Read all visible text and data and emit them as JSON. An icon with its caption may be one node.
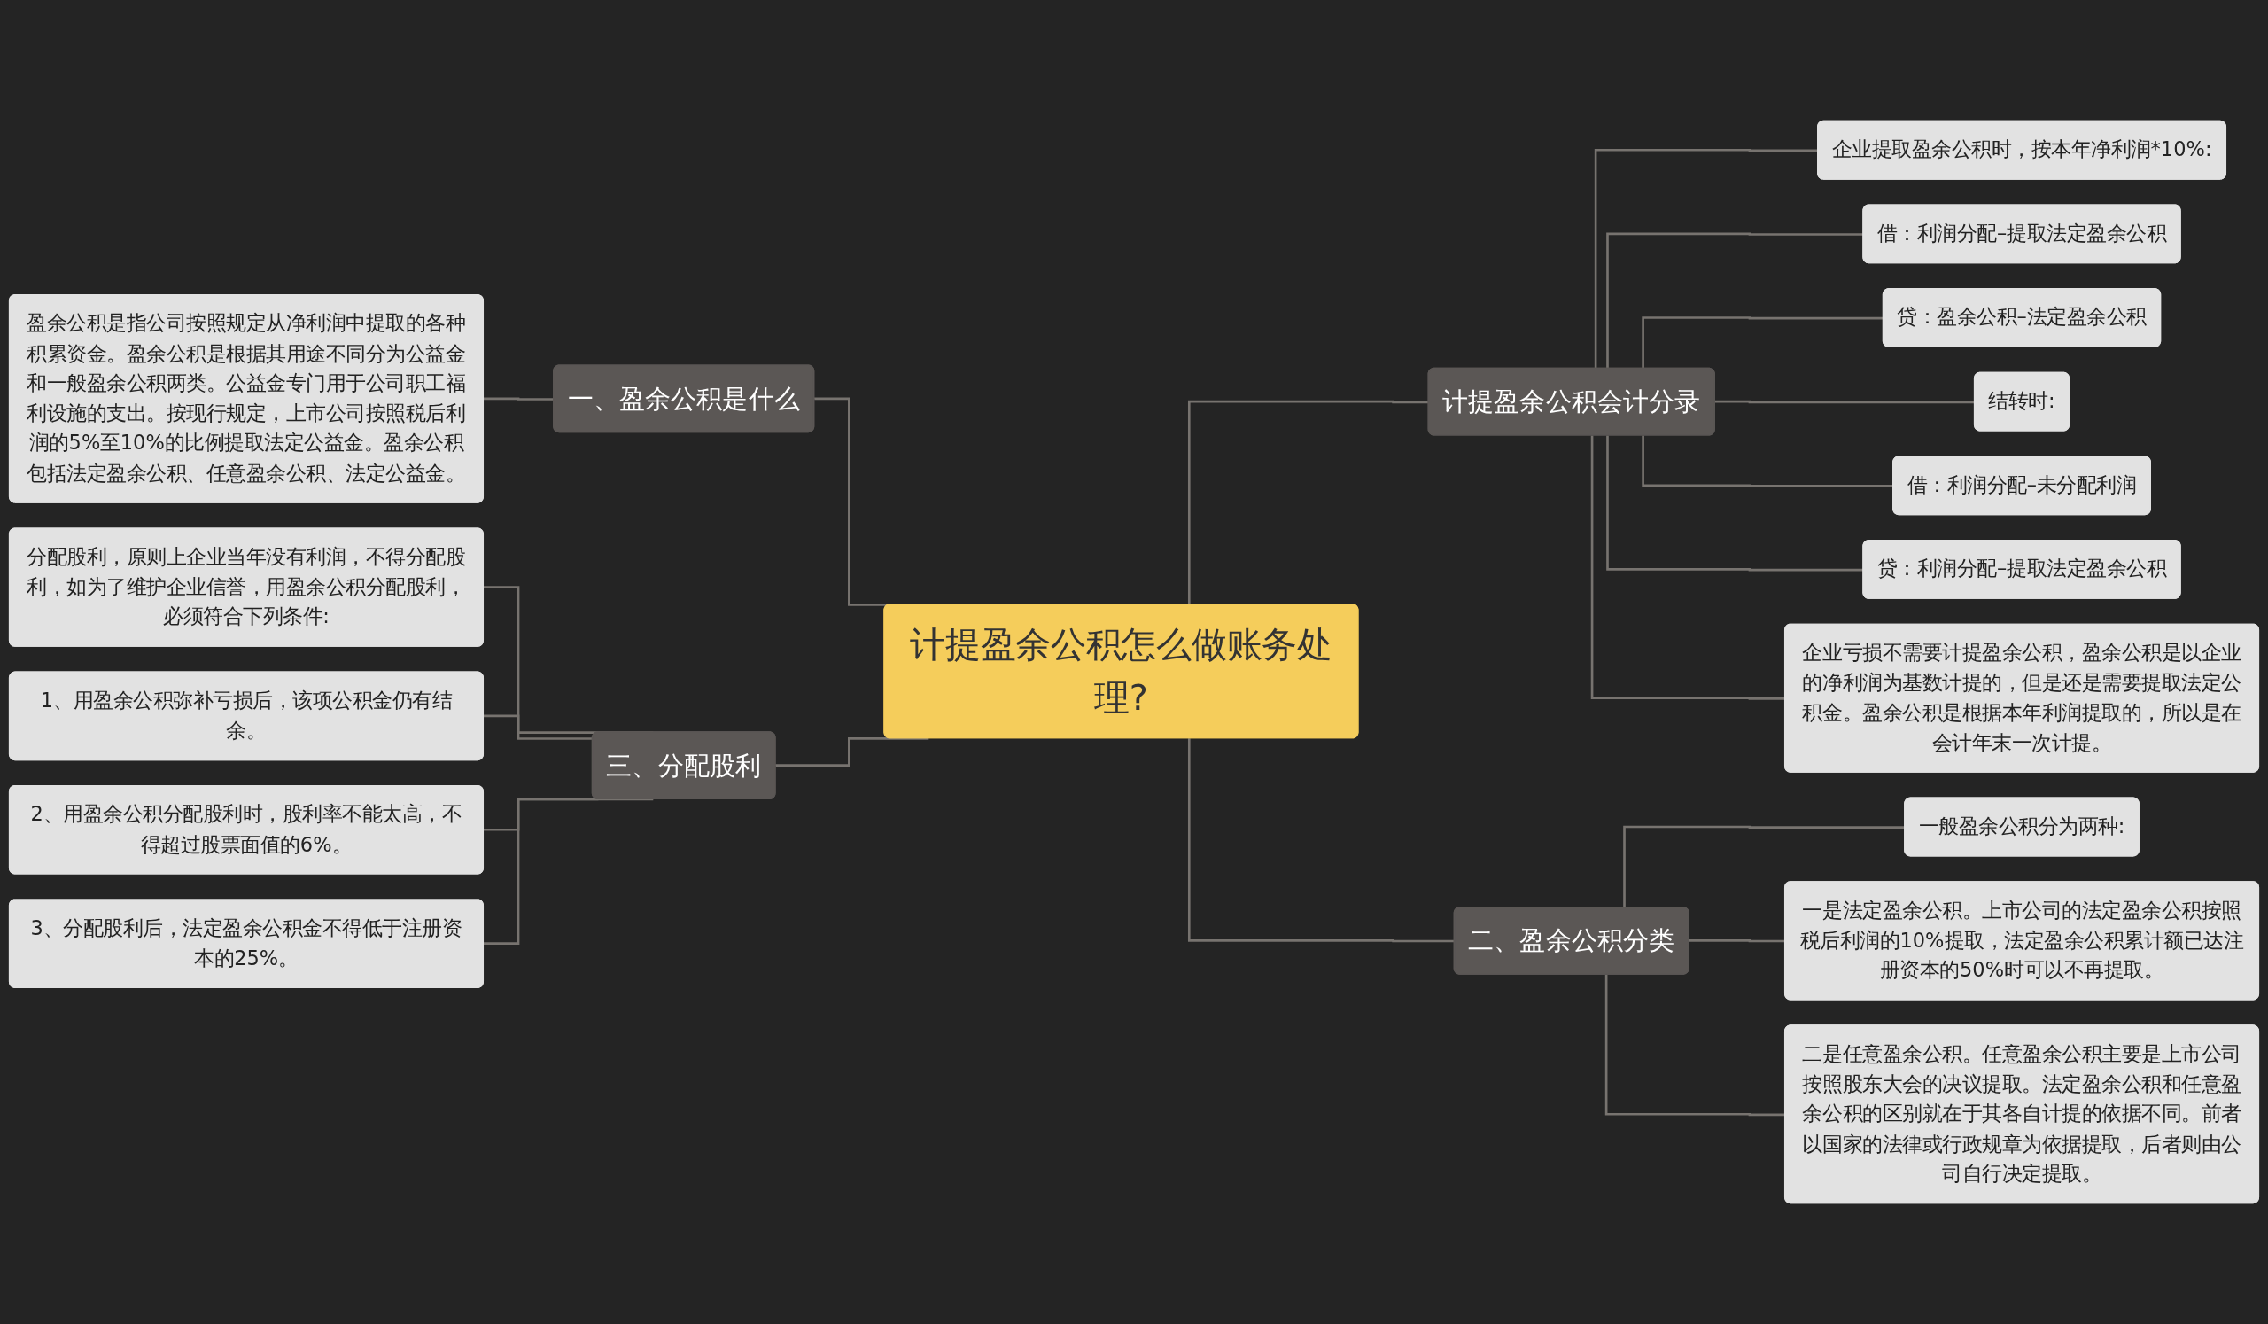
{
  "diagram": {
    "nodes": [
      {
        "text": [
          "计提盈余公积怎么做账务处理?"
        ]
      },
      {
        "text": [
          "一、盈余公积是什么"
        ]
      },
      {
        "text": [
          "盈余公积是指公司按照规定从净利润中提取的各种积累资金。盈余公积是根据其用途不同分为公益金和一般盈余公积两类。公益金专门用于公司职工福利设施的支出。按现行规定，上市公司按照税后利润的5%至10%的比例提取法定公益金。盈余公积包括法定盈余公积、任意盈余公积、法定公益金。"
        ]
      },
      {
        "text": [
          "三、分配股利"
        ]
      },
      {
        "text": [
          "分配股利，原则上企业当年没有利润，不得分配股利，如为了维护企业信誉，用盈余公积分配股利，必须符合下列条件:"
        ]
      },
      {
        "text": [
          "1、用盈余公积弥补亏损后，该项公积金仍有结余。"
        ]
      },
      {
        "text": [
          "2、用盈余公积分配股利时，股利率不能太高，不得超过股票面值的6%。"
        ]
      },
      {
        "text": [
          "3、分配股利后，法定盈余公积金不得低于注册资本的25%。"
        ]
      },
      {
        "text": [
          "计提盈余公积会计分录"
        ]
      },
      {
        "text": [
          "企业提取盈余公积时，按本年净利润*10%:"
        ]
      },
      {
        "text": [
          "借：利润分配–提取法定盈余公积"
        ]
      },
      {
        "text": [
          "贷：盈余公积–法定盈余公积"
        ]
      },
      {
        "text": [
          "结转时:"
        ]
      },
      {
        "text": [
          "借：利润分配–未分配利润"
        ]
      },
      {
        "text": [
          "贷：利润分配–提取法定盈余公积"
        ]
      },
      {
        "text": [
          "企业亏损不需要计提盈余公积，盈余公积是以企业的净利润为基数计提的，但是还是需要提取法定公积金。盈余公积是根据本年利润提取的，所以是在会计年末一次计提。"
        ]
      },
      {
        "text": [
          "二、盈余公积分类"
        ]
      },
      {
        "text": [
          "一般盈余公积分为两种:"
        ]
      },
      {
        "text": [
          "一是法定盈余公积。上市公司的法定盈余公积按照税后利润的10%提取，法定盈余公积累计额已达注册资本的50%时可以不再提取。"
        ]
      },
      {
        "text": [
          "二是任意盈余公积。任意盈余公积主要是上市公司按照股东大会的决议提取。法定盈余公积和任意盈余公积的区别就在于其各自计提的依据不同。前者以国家的法律或行政规章为依据提取，后者则由公司自行决定提取。"
        ]
      }
    ],
    "edges": [
      {
        "from": 0,
        "to": 1,
        "arrow": "none"
      },
      {
        "from": 1,
        "to": 2,
        "arrow": "none"
      },
      {
        "from": 0,
        "to": 3,
        "arrow": "none"
      },
      {
        "from": 3,
        "to": 4,
        "arrow": "none"
      },
      {
        "from": 3,
        "to": 5,
        "arrow": "none"
      },
      {
        "from": 3,
        "to": 6,
        "arrow": "none"
      },
      {
        "from": 3,
        "to": 7,
        "arrow": "none"
      },
      {
        "from": 0,
        "to": 8,
        "arrow": "none"
      },
      {
        "from": 8,
        "to": 9,
        "arrow": "none"
      },
      {
        "from": 8,
        "to": 10,
        "arrow": "none"
      },
      {
        "from": 8,
        "to": 11,
        "arrow": "none"
      },
      {
        "from": 8,
        "to": 12,
        "arrow": "none"
      },
      {
        "from": 8,
        "to": 13,
        "arrow": "none"
      },
      {
        "from": 8,
        "to": 14,
        "arrow": "none"
      },
      {
        "from": 8,
        "to": 15,
        "arrow": "none"
      },
      {
        "from": 0,
        "to": 16,
        "arrow": "none"
      },
      {
        "from": 16,
        "to": 17,
        "arrow": "none"
      },
      {
        "from": 16,
        "to": 18,
        "arrow": "none"
      },
      {
        "from": 16,
        "to": 19,
        "arrow": "none"
      }
    ]
  }
}
